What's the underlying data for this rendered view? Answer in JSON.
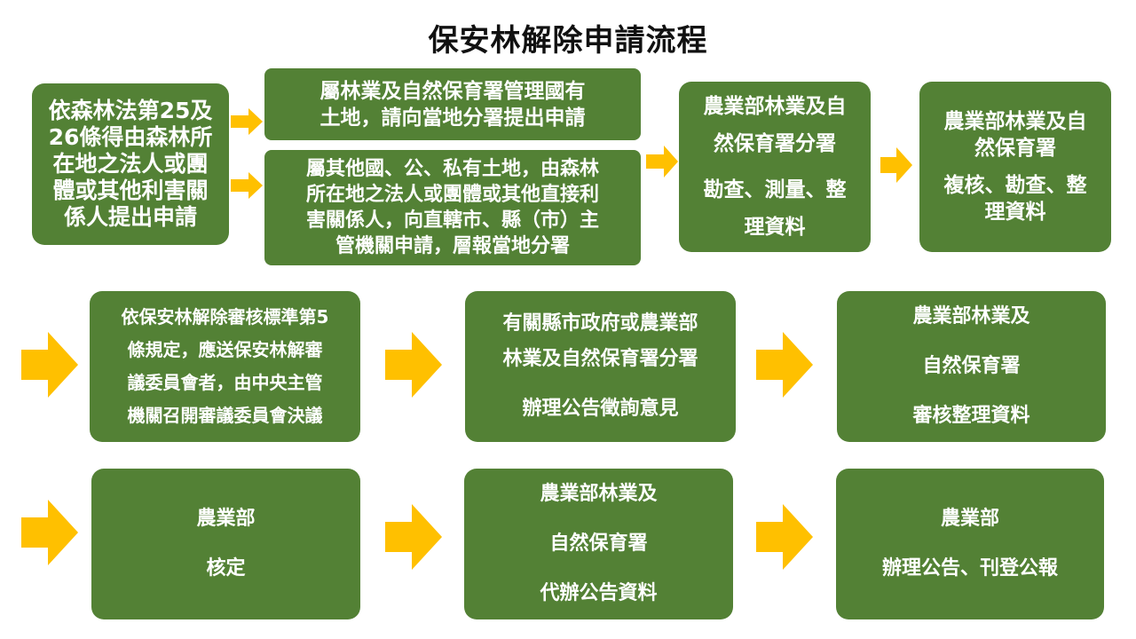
{
  "title": "保安林解除申請流程",
  "boxes": {
    "applicant": [
      "依森林法第25及",
      "26條得由森林所",
      "在地之法人或團",
      "體或其他利害關",
      "係人提出申請"
    ],
    "national": [
      "屬林業及自然保育署管理國有",
      "土地，請向當地分署提出申請"
    ],
    "other_land": [
      "屬其他國、公、私有土地，由森林",
      "所在地之法人或團體或其他直接利",
      "害關係人，向直轄市、縣（市）主",
      "管機關申請，層報當地分署"
    ],
    "branch_office": [
      "農業部林業及自",
      "然保育署分署",
      "勘查、測量、整",
      "理資料"
    ],
    "review_agency": [
      "農業部林業及自",
      "然保育署",
      "複核、勘查、整",
      "理資料"
    ],
    "committee": [
      "依保安林解除審核標準第5",
      "條規定，應送保安林解審",
      "議委員會者，由中央主管",
      "機關召開審議委員會決議"
    ],
    "public_notice": [
      "有關縣市政府或農業部",
      "林業及自然保育署分署",
      "辦理公告徵詢意見"
    ],
    "review_compile": [
      "農業部林業及",
      "自然保育署",
      "審核整理資料"
    ],
    "ministry_approve": [
      "農業部",
      "核定"
    ],
    "agency_notice": [
      "農業部林業及",
      "自然保育署",
      "代辦公告資料"
    ],
    "ministry_publish": [
      "農業部",
      "辦理公告、刊登公報"
    ]
  },
  "colors": {
    "box": "#538135",
    "arrow": "#FFC000",
    "text": "#FFFFFF"
  }
}
